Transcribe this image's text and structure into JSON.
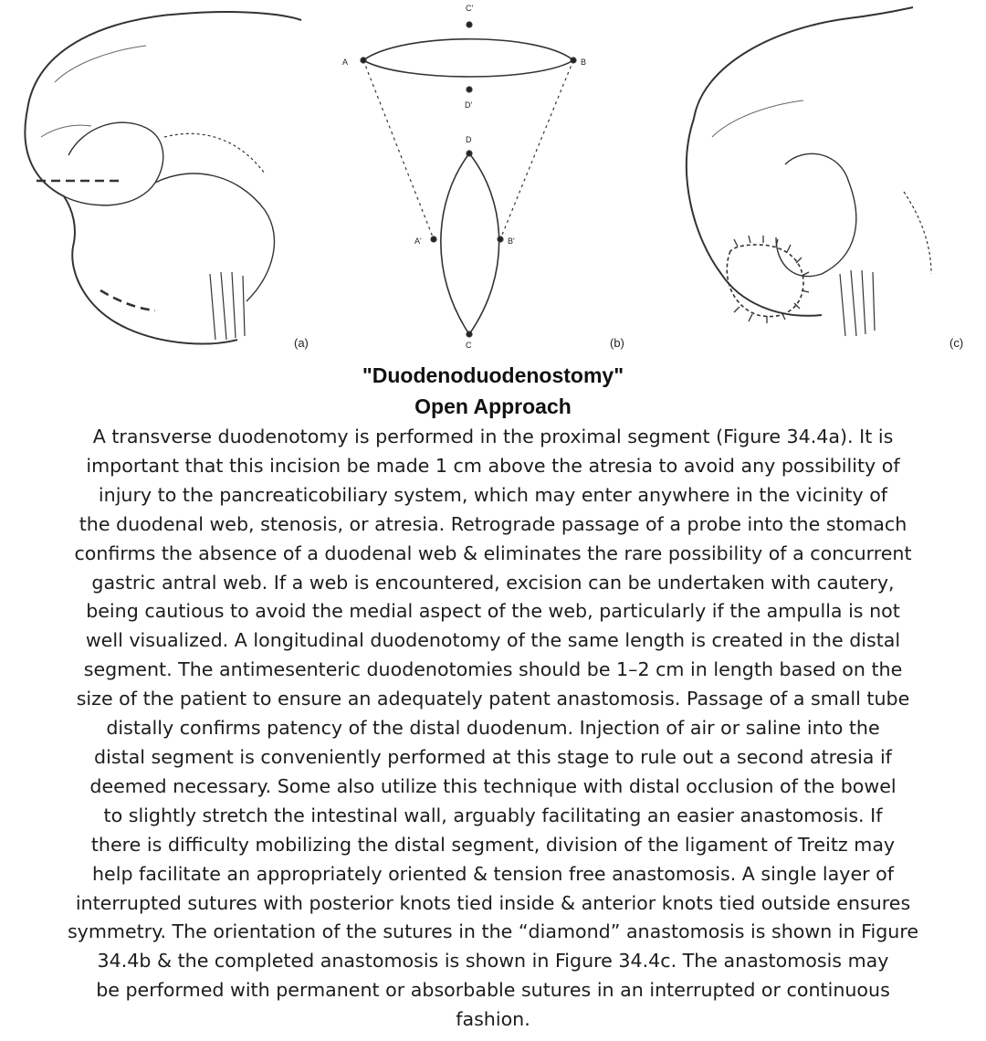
{
  "figure": {
    "panels": [
      {
        "label": "(a)"
      },
      {
        "label": "(b)"
      },
      {
        "label": "(c)"
      }
    ],
    "diagram_points": [
      "C'",
      "A",
      "B",
      "D'",
      "D",
      "A'",
      "B'",
      "C"
    ]
  },
  "heading": {
    "title": "\"Duodenoduodenostomy\"",
    "subtitle": "Open Approach"
  },
  "body": {
    "paragraph": "A transverse duodenotomy is performed in the proximal segment (Figure 34.4a). It is\nimportant that this incision be made 1 cm above the atresia to avoid any possibility of\ninjury to the pancreaticobiliary system, which may enter anywhere in the vicinity of\nthe duodenal web, stenosis, or atresia. Retrograde passage of a probe into the stomach\nconfirms the absence of a duodenal web & eliminates the rare possibility of a concurrent\ngastric antral web. If a web is encountered, excision can be undertaken with cautery,\nbeing cautious to avoid the medial aspect of the web, particularly if the ampulla is not\nwell visualized. A longitudinal duodenotomy of the same length is created in the distal\nsegment. The antimesenteric duodenotomies should be 1–2 cm in length based on the\nsize of the patient to ensure an adequately patent anastomosis. Passage of a small tube\ndistally confirms patency of the distal duodenum. Injection of air or saline into the\ndistal segment is conveniently performed at this stage to rule out a second atresia if\ndeemed necessary. Some also utilize this technique with distal occlusion of the bowel\nto slightly stretch the intestinal wall, arguably facilitating an easier anastomosis. If\nthere is difficulty mobilizing the distal segment, division of the ligament of Treitz may\nhelp facilitate an appropriately oriented &  tension free anastomosis. A single layer of\ninterrupted sutures with posterior knots tied inside & anterior knots tied outside ensures\nsymmetry. The orientation of the sutures in the “diamond” anastomosis is shown in Figure\n34.4b & the completed anastomosis is shown in Figure 34.4c. The anastomosis may\nbe performed with permanent or absorbable sutures in an interrupted or  continuous\nfashion."
  }
}
